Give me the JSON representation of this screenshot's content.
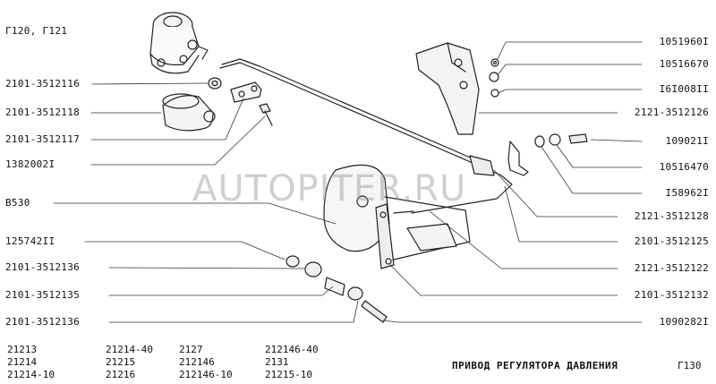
{
  "title": "ПРИВОД РЕГУЛЯТОРА ДАВЛЕНИЯ",
  "page_number": "Г130",
  "watermark": "AUTOPITER.RU",
  "left_labels": [
    "Г120, Г121",
    "2101-3512116",
    "2101-3512118",
    "2101-3512117",
    "1382002I",
    "В530",
    "125742II",
    "2101-3512136",
    "2101-3512135",
    "2101-3512136"
  ],
  "right_labels": [
    "1051960I",
    "10516670",
    "I6I008II",
    "2121-3512126",
    "109021I",
    "10516470",
    "I58962I",
    "2121-3512128",
    "2101-3512125",
    "2121-3512122",
    "2101-3512132",
    "1090282I"
  ],
  "models": [
    [
      "21213",
      "21214",
      "21214-10"
    ],
    [
      "21214-40",
      "21215",
      "21216"
    ],
    [
      "2127",
      "212146",
      "212146-10"
    ],
    [
      "212146-40",
      "2131",
      "21215-10"
    ]
  ]
}
